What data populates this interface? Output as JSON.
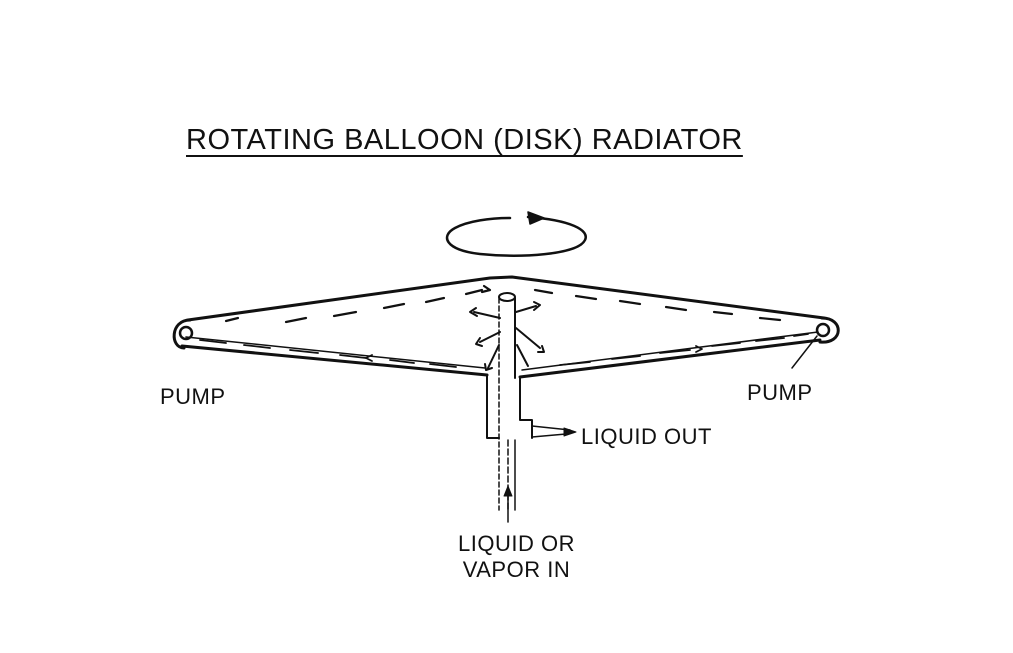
{
  "diagram": {
    "title": "ROTATING BALLOON (DISK) RADIATOR",
    "labels": {
      "pump_left": "PUMP",
      "pump_right": "PUMP",
      "liquid_out": "LIQUID OUT",
      "inlet_line1": "LIQUID OR",
      "inlet_line2": "VAPOR IN"
    }
  }
}
